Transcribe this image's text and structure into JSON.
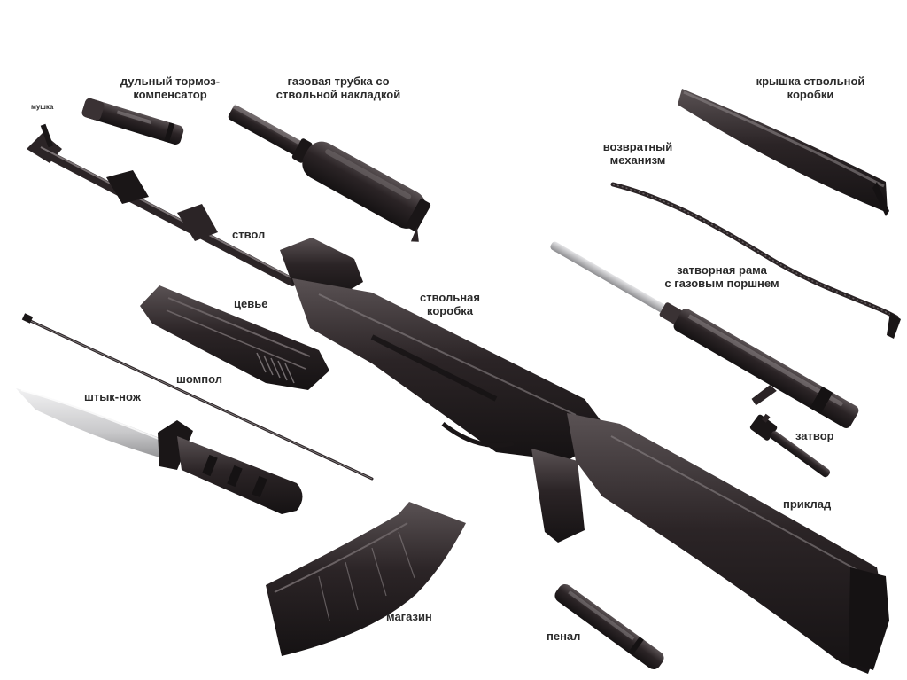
{
  "labels": {
    "mushka": "мушка",
    "muzzle_brake": "дульный тормоз-\nкомпенсатор",
    "gas_tube": "газовая трубка со\nствольной накладкой",
    "receiver_cover": "крышка ствольной\nкоробки",
    "recoil_spring": "возвратный\nмеханизм",
    "barrel": "ствол",
    "bolt_carrier": "затворная рама\nс газовым поршнем",
    "receiver": "ствольная\nкоробка",
    "handguard": "цевье",
    "cleaning_rod": "шомпол",
    "bayonet": "штык-нож",
    "bolt": "затвор",
    "stock": "приклад",
    "magazine": "магазин",
    "case": "пенал"
  },
  "colors": {
    "metal": "#2b2426",
    "metal_dark": "#1a1617",
    "metal_mid": "#4a4244",
    "highlight": "#8a8385",
    "blade": "#d8d8da",
    "rod": "#b9b9bb",
    "label": "#2a2a2a"
  }
}
